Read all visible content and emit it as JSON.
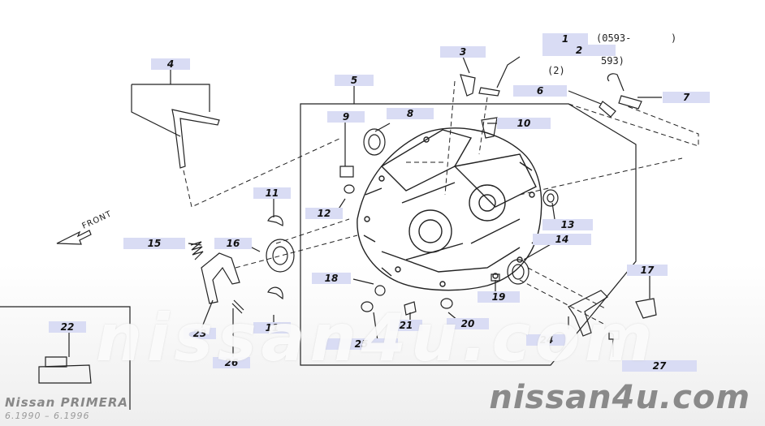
{
  "brand": {
    "domain": "nissan4u.com",
    "watermark": "nissan4u.com"
  },
  "model": {
    "name": "Nissan PRIMERA",
    "years": "6.1990 – 6.1996"
  },
  "direction_label": "FRONT",
  "notes": {
    "serial_from": "(0593-",
    "serial_close": ")",
    "serial_to": "593)",
    "variant": "(2)"
  },
  "callouts": [
    "1",
    "2",
    "3",
    "4",
    "5",
    "6",
    "7",
    "8",
    "9",
    "10",
    "11",
    "12",
    "13",
    "14",
    "15",
    "16",
    "11",
    "17",
    "18",
    "19",
    "20",
    "21",
    "22",
    "23",
    "24",
    "25",
    "26",
    "27"
  ]
}
